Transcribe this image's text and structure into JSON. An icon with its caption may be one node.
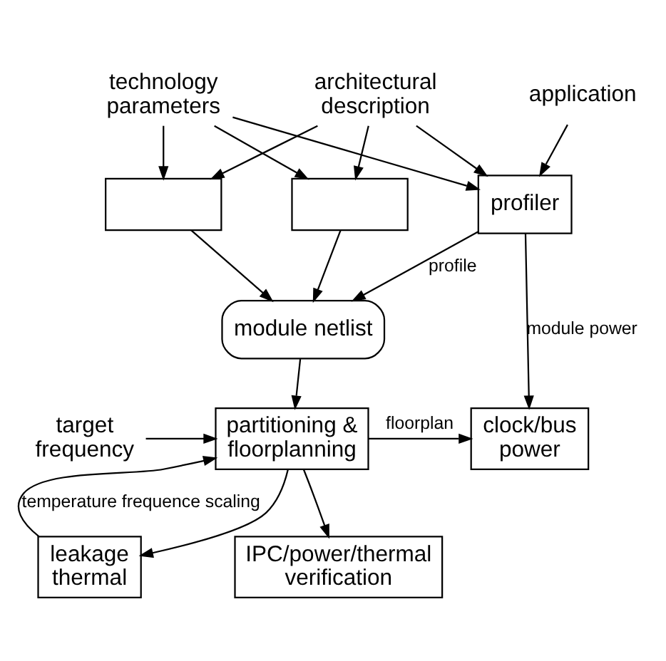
{
  "diagram": {
    "nodes": [
      {
        "text": [
          "technology parameters"
        ]
      },
      {
        "text": [
          "architectural description"
        ]
      },
      {
        "text": [
          "application"
        ]
      },
      {
        "text": [],
        "shape": "box"
      },
      {
        "text": [],
        "shape": "box"
      },
      {
        "text": [
          "profiler"
        ]
      },
      {
        "text": [
          "module netlist"
        ]
      },
      {
        "text": [
          "clock/bus power"
        ]
      },
      {
        "text": [
          "target frequency"
        ]
      },
      {
        "text": [
          "partitioning & floorplanning"
        ]
      },
      {
        "text": [
          "leakage thermal"
        ]
      },
      {
        "text": [
          "IPC/power/thermal verification"
        ]
      }
    ],
    "edges": [
      {
        "from": 0,
        "to": 3,
        "arrow": "to"
      },
      {
        "from": 0,
        "to": 4,
        "arrow": "to"
      },
      {
        "from": 0,
        "to": 5,
        "arrow": "to"
      },
      {
        "from": 1,
        "to": 3,
        "arrow": "to"
      },
      {
        "from": 1,
        "to": 4,
        "arrow": "to"
      },
      {
        "from": 1,
        "to": 5,
        "arrow": "to"
      },
      {
        "from": 2,
        "to": 5,
        "arrow": "to"
      },
      {
        "from": 3,
        "to": 6,
        "arrow": "to"
      },
      {
        "from": 4,
        "to": 6,
        "arrow": "to"
      },
      {
        "from": 5,
        "to": 6,
        "arrow": "to",
        "label": "profile"
      },
      {
        "from": 5,
        "to": 7,
        "arrow": "to",
        "label": "module power"
      },
      {
        "from": 6,
        "to": 9,
        "arrow": "to"
      },
      {
        "from": 8,
        "to": 9,
        "arrow": "to"
      },
      {
        "from": 9,
        "to": 7,
        "arrow": "to",
        "label": "floorplan"
      },
      {
        "from": 9,
        "to": 10,
        "arrow": "to"
      },
      {
        "from": 10,
        "to": 9,
        "arrow": "to",
        "label": "temperature frequence scaling"
      },
      {
        "from": 9,
        "to": 11,
        "arrow": "to"
      }
    ]
  }
}
